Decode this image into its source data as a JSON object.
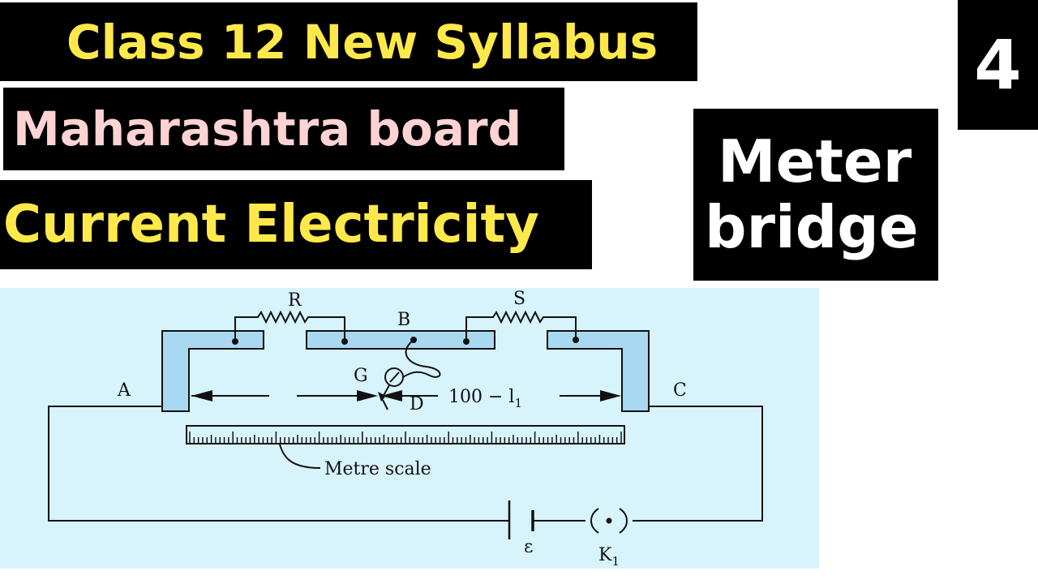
{
  "banners": {
    "line1": "Class 12 New Syllabus",
    "line2": "Maharashtra board",
    "line3": "Current Electricity",
    "topic_line1": "Meter",
    "topic_line2": "bridge",
    "episode_number": "4"
  },
  "diagram": {
    "label_R": "R",
    "label_S": "S",
    "label_B": "B",
    "label_A": "A",
    "label_C": "C",
    "label_G": "G",
    "label_D": "D",
    "label_length": "100 − l",
    "label_length_sub": "1",
    "label_scale": "Metre scale",
    "label_emf": "ε",
    "label_key": "K",
    "label_key_sub": "1"
  },
  "colors": {
    "banner_bg": "#000000",
    "yellow_text": "#ffe94a",
    "pink_text": "#ffd3d3",
    "white_text": "#ffffff",
    "diagram_bg": "#d7f3fb",
    "strip_fill": "#a9d9f0"
  }
}
